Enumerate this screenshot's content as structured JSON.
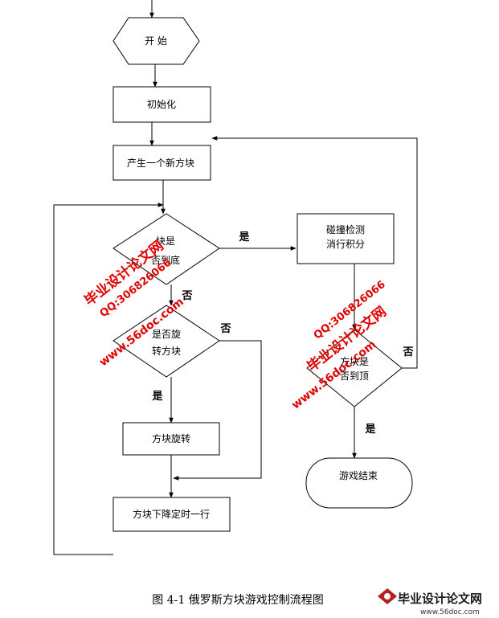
{
  "nodes": {
    "start": "开 始",
    "init": "初始化",
    "new_block": "产生一个新方块",
    "at_bottom": [
      "块是",
      "否到底"
    ],
    "collision": [
      "碰撞检测",
      "消行积分"
    ],
    "rotate_q": [
      "是否旋",
      "转方块"
    ],
    "at_top": [
      "方块是",
      "否到顶"
    ],
    "rotate": "方块旋转",
    "drop": "方块下降定时一行",
    "game_over": "游戏结束"
  },
  "edge_labels": {
    "bottom_yes": "是",
    "bottom_no": "否",
    "rotate_yes": "是",
    "rotate_no": "否",
    "top_yes": "是",
    "top_no": "否"
  },
  "caption": "图 4-1  俄罗斯方块游戏控制流程图",
  "watermarks": {
    "site_name": "毕业设计论文网",
    "qq": "QQ:306826066",
    "url": "www.56doc.com"
  },
  "logo": {
    "name": "毕业设计论文网",
    "url": "www.56doc.com"
  },
  "colors": {
    "line": "#000000",
    "watermark": "#e00000"
  }
}
